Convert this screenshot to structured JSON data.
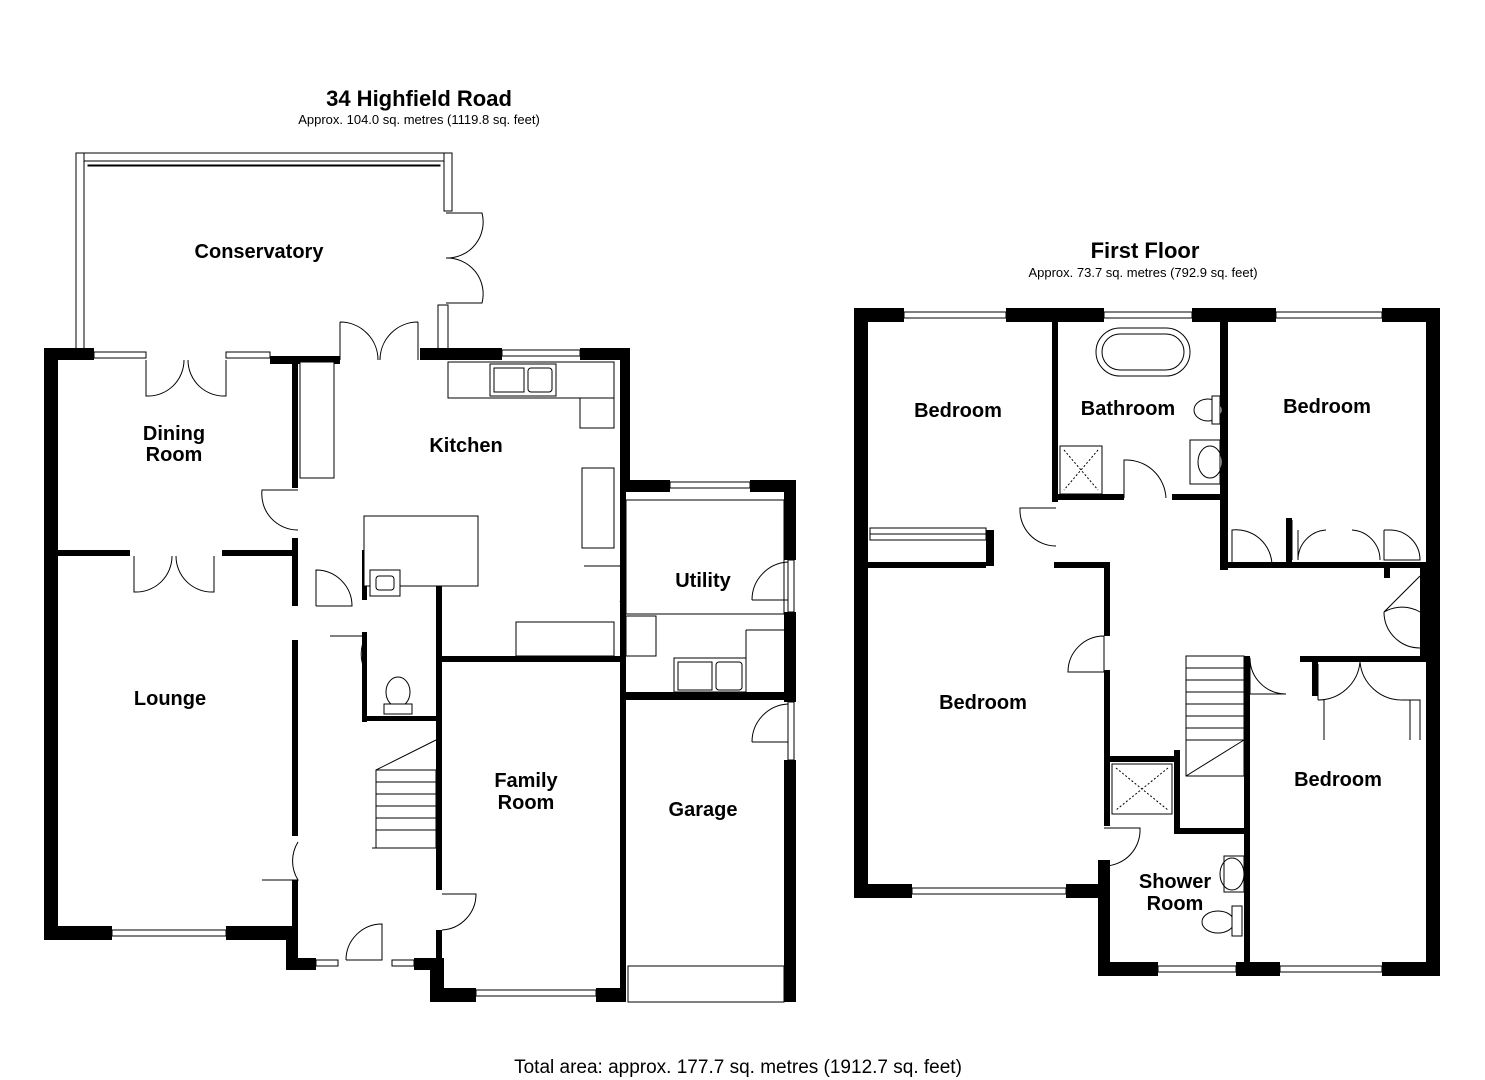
{
  "ground_floor": {
    "title": "34 Highfield Road",
    "area": "Approx. 104.0 sq. metres (1119.8 sq. feet)",
    "rooms": {
      "conservatory": "Conservatory",
      "dining_1": "Dining",
      "dining_2": "Room",
      "kitchen": "Kitchen",
      "utility": "Utility",
      "lounge": "Lounge",
      "family_1": "Family",
      "family_2": "Room",
      "garage": "Garage"
    }
  },
  "first_floor": {
    "title": "First Floor",
    "area": "Approx. 73.7 sq. metres (792.9 sq. feet)",
    "rooms": {
      "bedroom_nw": "Bedroom",
      "bathroom": "Bathroom",
      "bedroom_ne": "Bedroom",
      "bedroom_w": "Bedroom",
      "bedroom_se": "Bedroom",
      "shower_1": "Shower",
      "shower_2": "Room"
    }
  },
  "total_area": "Total area: approx. 177.7 sq. metres (1912.7 sq. feet)"
}
